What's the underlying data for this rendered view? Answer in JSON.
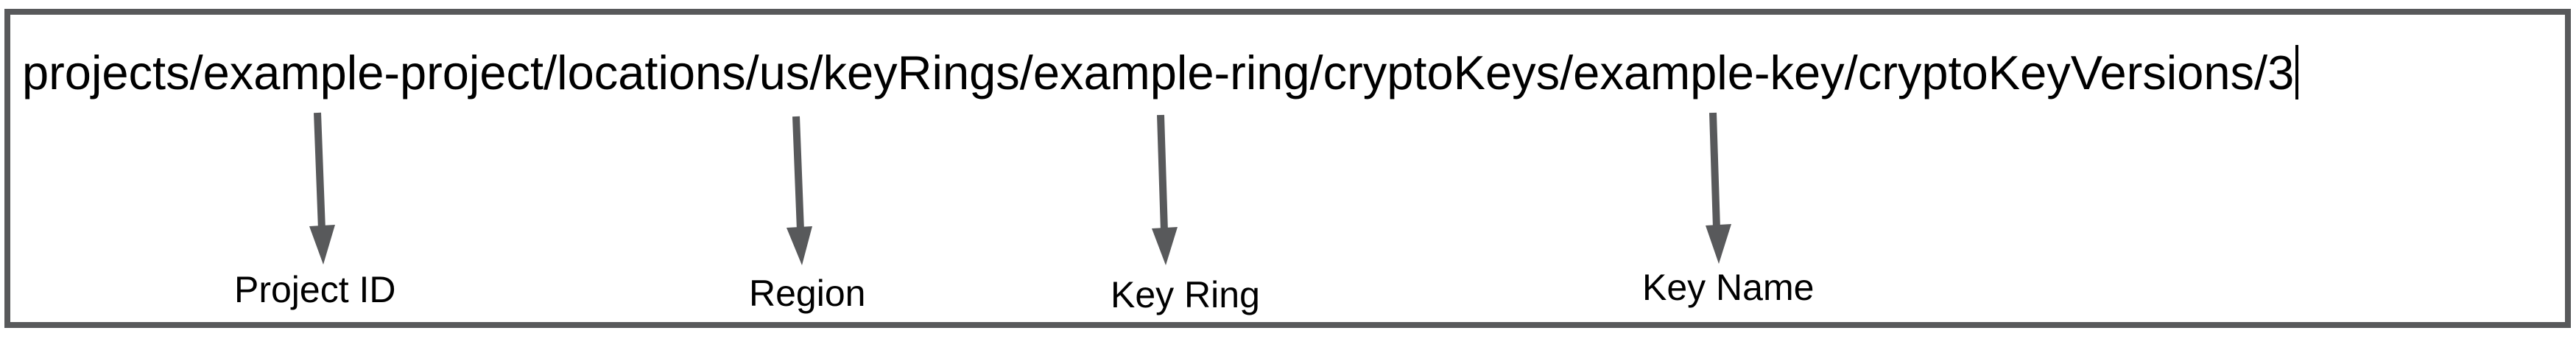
{
  "field": {
    "value": "projects/example-project/locations/us/keyRings/example-ring/cryptoKeys/example-key/cryptoKeyVersions/3",
    "cursor_visible": true
  },
  "annotations": [
    {
      "label": "Project ID",
      "points_to_segment": "example-project"
    },
    {
      "label": "Region",
      "points_to_segment": "us"
    },
    {
      "label": "Key Ring",
      "points_to_segment": "example-ring"
    },
    {
      "label": "Key Name",
      "points_to_segment": "example-key"
    }
  ],
  "colors": {
    "frame_border": "#58595b",
    "arrow": "#58595b",
    "text": "#000000",
    "background": "#ffffff"
  }
}
